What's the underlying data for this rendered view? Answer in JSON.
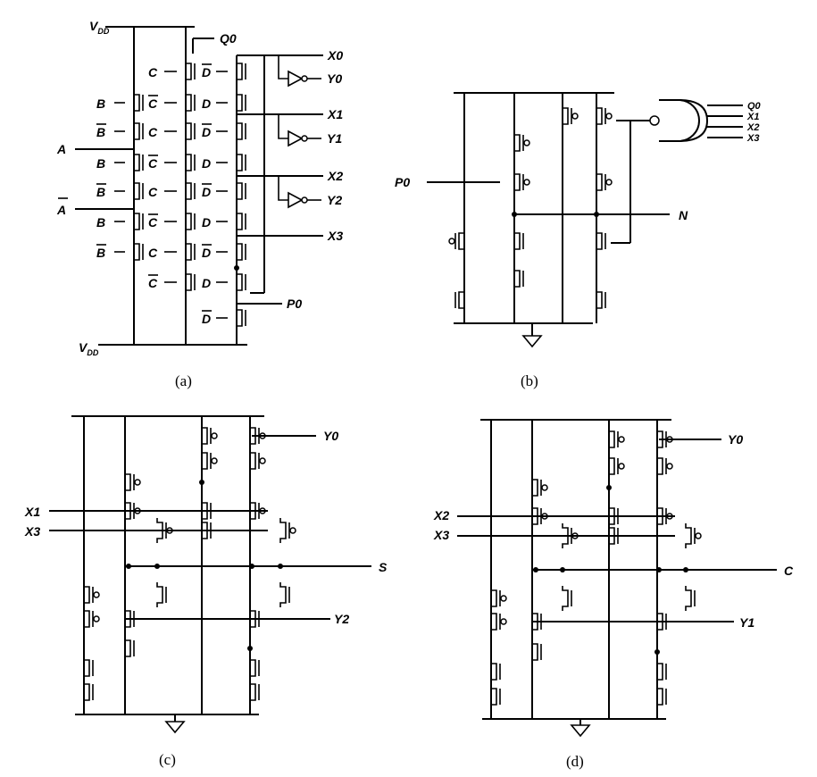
{
  "panels": {
    "a": {
      "caption": "(a)",
      "vdd_base": "V",
      "vdd_sub": "DD",
      "signals": {
        "q0": "Q0",
        "x0": "X0",
        "y0": "Y0",
        "x1": "X1",
        "y1": "Y1",
        "x2": "X2",
        "y2": "Y2",
        "x3": "X3",
        "p0": "P0",
        "a": "A",
        "a_bar": "A"
      },
      "gate_labels": {
        "b": "B",
        "c": "C",
        "d": "D"
      }
    },
    "b": {
      "caption": "(b)",
      "signals": {
        "p0": "P0",
        "n": "N"
      },
      "nand_inputs": [
        "Q0",
        "X1",
        "X2",
        "X3"
      ]
    },
    "c": {
      "caption": "(c)",
      "signals": {
        "x1": "X1",
        "x3": "X3",
        "y0": "Y0",
        "y2": "Y2",
        "s": "S"
      }
    },
    "d": {
      "caption": "(d)",
      "signals": {
        "x2": "X2",
        "x3": "X3",
        "y0": "Y0",
        "y1": "Y1",
        "c": "C"
      }
    }
  }
}
